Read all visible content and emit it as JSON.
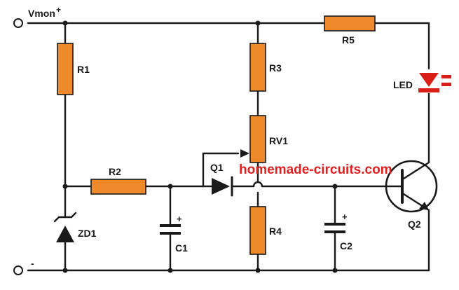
{
  "colors": {
    "resistor": "#EE8A2C",
    "led": "#D91E18",
    "watermark": "#E02020",
    "wire": "#1a1a1a"
  },
  "terminals": {
    "vmon_plus": "Vmon",
    "plus_sign": "+",
    "minus_sign": "-"
  },
  "components": {
    "r1": "R1",
    "r2": "R2",
    "r3": "R3",
    "r4": "R4",
    "r5": "R5",
    "rv1": "RV1",
    "zd1": "ZD1",
    "c1": "C1",
    "c2": "C2",
    "q1": "Q1",
    "q2": "Q2",
    "led": "LED",
    "cap_plus": "+"
  },
  "watermark": "homemade-circuits.com"
}
